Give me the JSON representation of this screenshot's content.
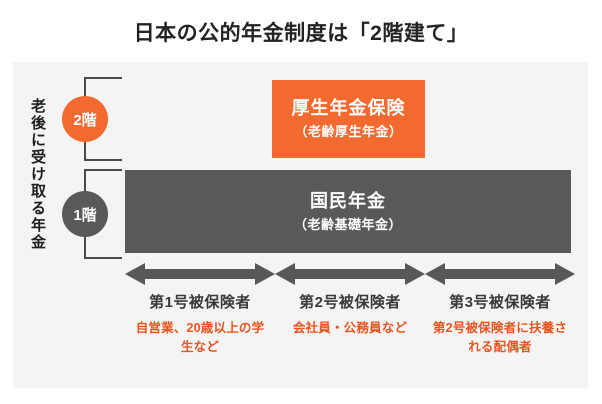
{
  "title": "日本の公的年金制度は「2階建て」",
  "vertical_axis_label": "老後に受け取る年金",
  "floors": [
    {
      "badge": "2階",
      "color": "#f26a30"
    },
    {
      "badge": "1階",
      "color": "#595959"
    }
  ],
  "schemes": [
    {
      "name": "厚生年金保険",
      "sub": "（老齢厚生年金）",
      "color": "#f26a30"
    },
    {
      "name": "国民年金",
      "sub": "（老齢基礎年金）",
      "color": "#595959"
    }
  ],
  "arrow_color": "#585858",
  "categories": [
    {
      "title": "第1号被保険者",
      "desc": "自営業、20歳以上の学生など"
    },
    {
      "title": "第2号被保険者",
      "desc": "会社員・公務員など"
    },
    {
      "title": "第3号被保険者",
      "desc": "第2号被保険者に扶養される配偶者"
    }
  ],
  "colors": {
    "accent_orange": "#f26a30",
    "text_orange": "#e8541e",
    "dark_gray": "#595959",
    "panel_bg": "#f4f4f4",
    "title_text": "#232323"
  }
}
